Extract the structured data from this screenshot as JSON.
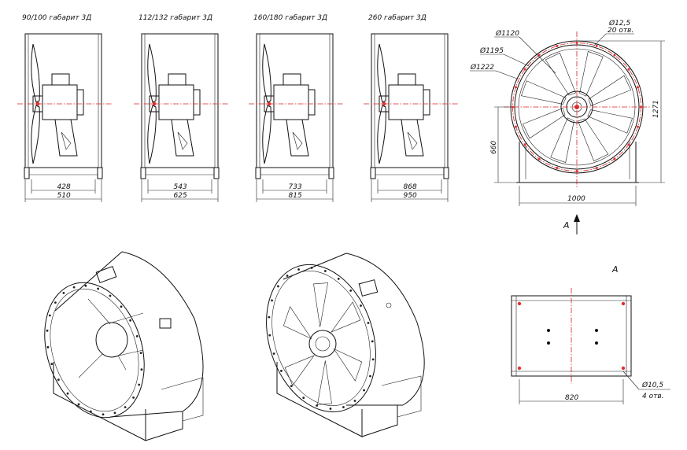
{
  "variants": [
    {
      "title": "90/100 габарит 3Д",
      "inner": "428",
      "outer": "510"
    },
    {
      "title": "112/132 габарит 3Д",
      "inner": "543",
      "outer": "625"
    },
    {
      "title": "160/180 габарит 3Д",
      "inner": "733",
      "outer": "815"
    },
    {
      "title": "260 габарит 3Д",
      "inner": "868",
      "outer": "950"
    }
  ],
  "front_view": {
    "d_bolt": "Ø12,5",
    "bolt_count": "20 отв.",
    "d_1120": "Ø1120",
    "d_1195": "Ø1195",
    "d_1222": "Ø1222",
    "height": "1271",
    "axis_height": "660",
    "width": "1000",
    "view_arrow": "A"
  },
  "base_view": {
    "label": "A",
    "width": "820",
    "d_hole": "Ø10,5",
    "hole_count": "4 отв."
  },
  "colors": {
    "centerline": "#d62020",
    "holes": "#e23030",
    "lines": "#111111"
  }
}
